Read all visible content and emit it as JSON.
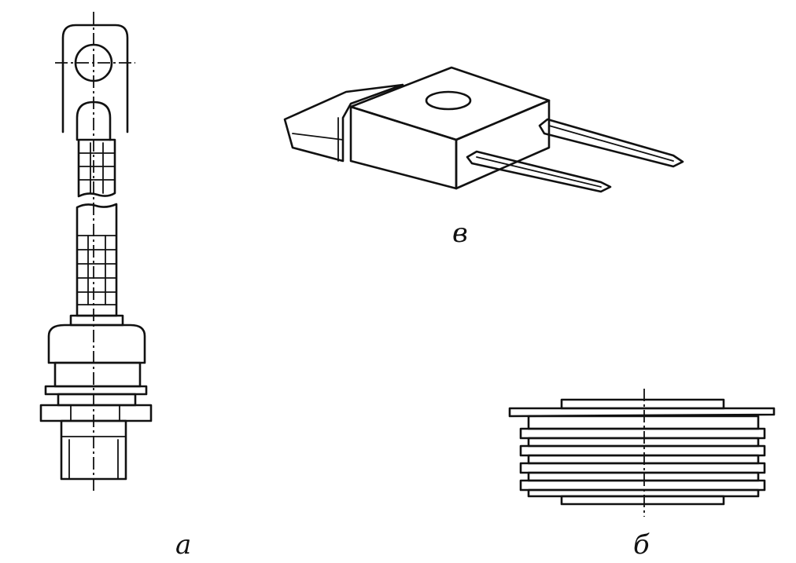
{
  "captions": {
    "a": "а",
    "b": "б",
    "v": "в"
  }
}
